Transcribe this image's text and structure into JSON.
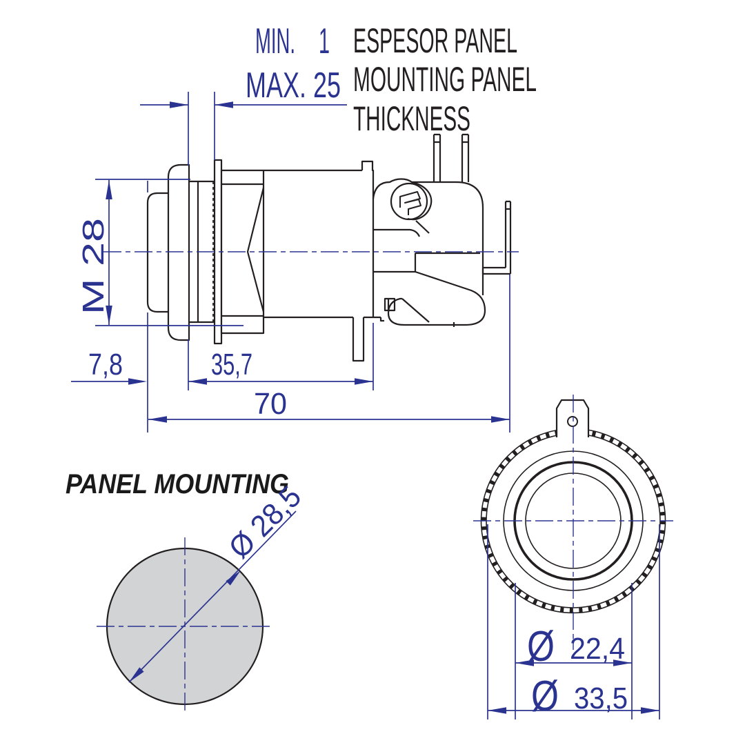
{
  "drawing": {
    "panel_note": {
      "min_label": "MIN.",
      "min_value": "1",
      "max_label": "MAX. 25",
      "desc_line1": "ESPESOR PANEL",
      "desc_line2": "MOUNTING PANEL",
      "desc_line3": "THICKNESS"
    },
    "side_view": {
      "thread_size": "M 28",
      "dim_front_protrusion": "7,8",
      "dim_body_length": "35,7",
      "dim_overall_length": "70"
    },
    "panel_mounting": {
      "heading": "PANEL MOUNTING",
      "hole_diameter": "Ø 28,5"
    },
    "front_view": {
      "diameter_symbol": "Ø",
      "inner_diameter": "22,4",
      "outer_diameter": "33,5"
    }
  },
  "colors": {
    "dimension_blue": "#2b3390",
    "line_black": "#231f20",
    "panel_fill_gray": "#d1d3d4"
  }
}
